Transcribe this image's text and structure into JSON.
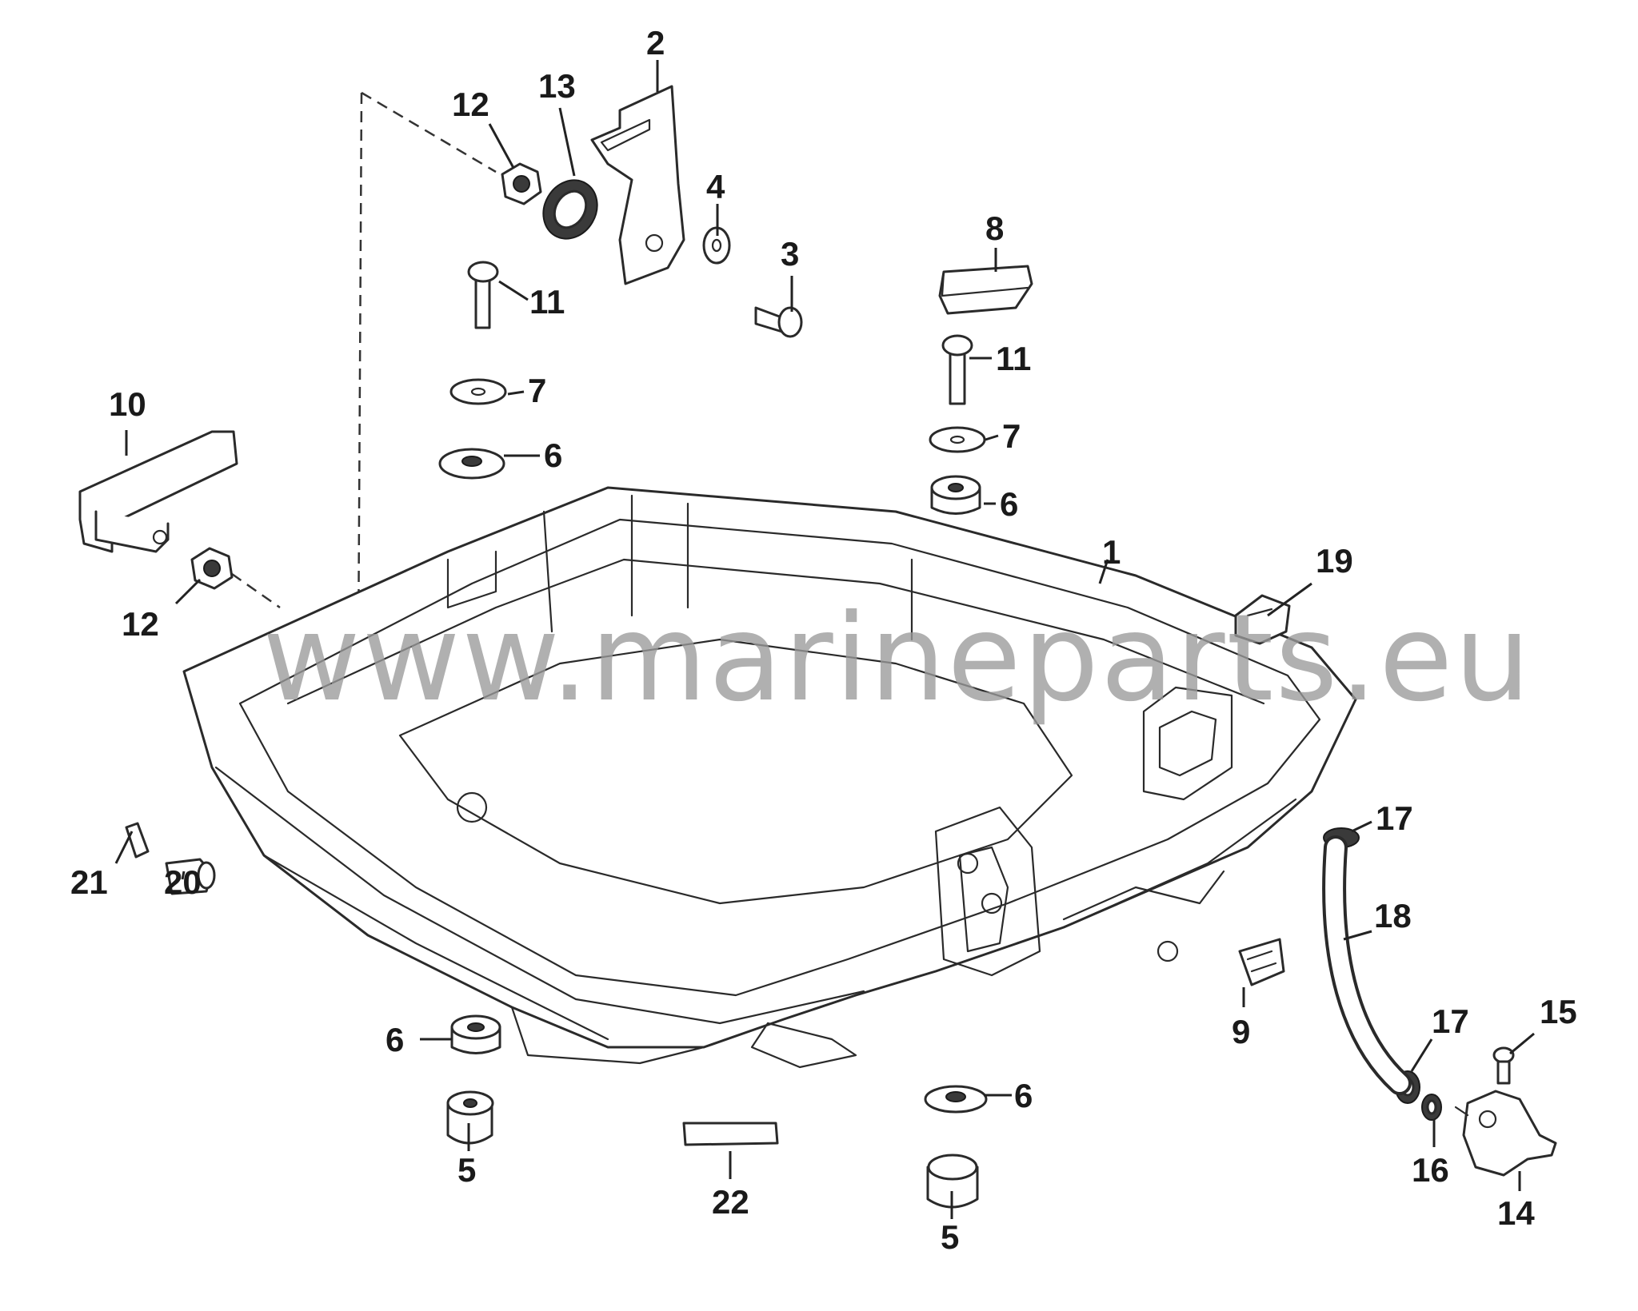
{
  "diagram": {
    "watermark": "www.marineparts.eu",
    "callouts": {
      "c1": "1",
      "c2": "2",
      "c3": "3",
      "c4": "4",
      "c5a": "5",
      "c5b": "5",
      "c6a": "6",
      "c6b": "6",
      "c6c": "6",
      "c6d": "6",
      "c7a": "7",
      "c7b": "7",
      "c8": "8",
      "c9": "9",
      "c10": "10",
      "c11a": "11",
      "c11b": "11",
      "c12a": "12",
      "c12b": "12",
      "c13": "13",
      "c14": "14",
      "c15": "15",
      "c16": "16",
      "c17a": "17",
      "c17b": "17",
      "c18": "18",
      "c19": "19",
      "c20": "20",
      "c21": "21",
      "c22": "22"
    }
  }
}
